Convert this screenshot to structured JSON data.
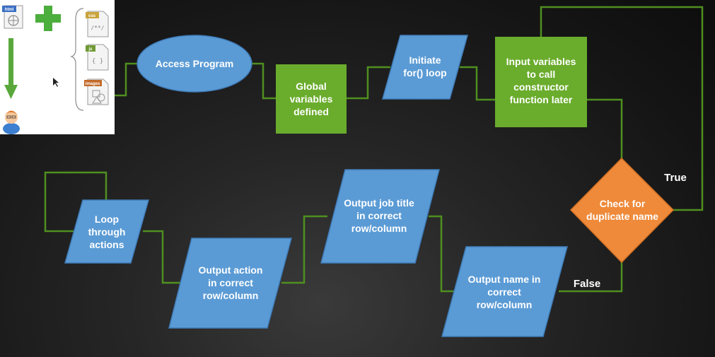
{
  "palette": {
    "process_green": "#6aac2c",
    "io_blue": "#5b9bd5",
    "decision_orange": "#ee8a3a",
    "connector_green": "#4f8f1f",
    "background": "#1c1c1c"
  },
  "panel": {
    "icons": [
      {
        "name": "html-file-icon",
        "badge": "html"
      },
      {
        "name": "add-icon"
      },
      {
        "name": "css-file-icon",
        "badge": "css",
        "glyph": "/**/"
      },
      {
        "name": "js-file-icon",
        "badge": "js",
        "glyph": "{ }"
      },
      {
        "name": "images-file-icon",
        "badge": "images"
      },
      {
        "name": "down-arrow-icon"
      },
      {
        "name": "user-avatar-icon"
      },
      {
        "name": "mouse-cursor-icon"
      }
    ]
  },
  "nodes": {
    "access_program": {
      "shape": "ellipse",
      "lines": [
        "Access Program"
      ]
    },
    "global_vars": {
      "shape": "process",
      "lines": [
        "Global",
        "variables",
        "defined"
      ]
    },
    "init_loop": {
      "shape": "io",
      "lines": [
        "Initiate",
        "for() loop"
      ]
    },
    "input_vars": {
      "shape": "process",
      "lines": [
        "Input variables",
        "to call",
        "constructor",
        "function later"
      ]
    },
    "check_duplicate": {
      "shape": "decision",
      "lines": [
        "Check for",
        "duplicate name"
      ]
    },
    "output_name": {
      "shape": "io",
      "lines": [
        "Output name in",
        "correct",
        "row/column"
      ]
    },
    "output_job": {
      "shape": "io",
      "lines": [
        "Output job title",
        "in correct",
        "row/column"
      ]
    },
    "output_action": {
      "shape": "io",
      "lines": [
        "Output action",
        "in correct",
        "row/column"
      ]
    },
    "loop_actions": {
      "shape": "io",
      "lines": [
        "Loop",
        "through",
        "actions"
      ]
    }
  },
  "edge_labels": {
    "true_label": "True",
    "false_label": "False"
  }
}
